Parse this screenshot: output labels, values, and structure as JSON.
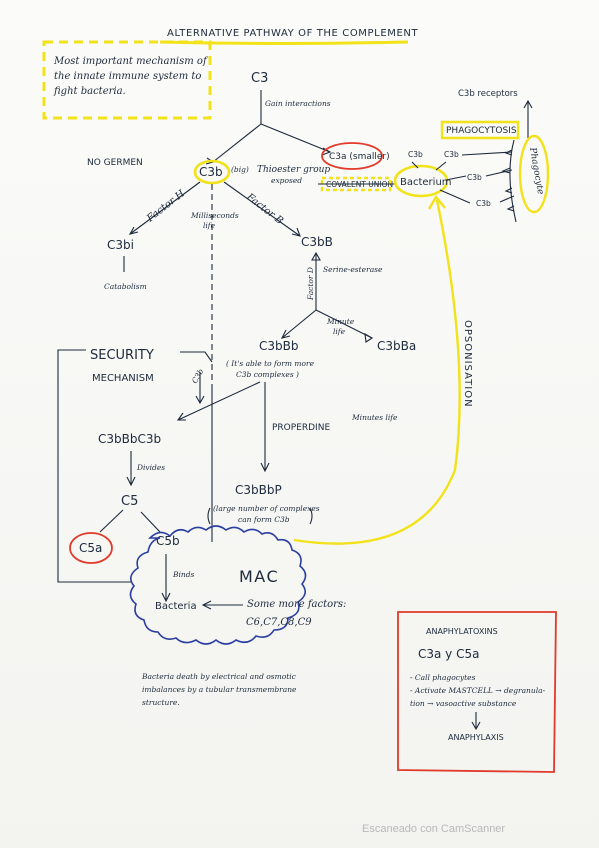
{
  "title": "ALTERNATIVE PATHWAY OF THE COMPLEMENT",
  "intro_box": [
    "Most important mechanism of",
    "the innate immune system to",
    "fight bacteria."
  ],
  "c3": "C3",
  "gain_interactions": "Gain interactions",
  "c3a_smaller": "C3a (smaller)",
  "c3b_big": "C3b",
  "big": "(big)",
  "thioester": [
    "Thioester group",
    "exposed"
  ],
  "no_germen": "NO GERMEN",
  "factor_h": "Factor H",
  "factor_b": "Factor B",
  "milliseconds_life": [
    "Milliseconds",
    "life"
  ],
  "c3bi": "C3bi",
  "catabolism": "Catabolism",
  "c3bb": "C3bB",
  "factor_d": "Factor D",
  "serine_esterase": "Serine-esterase",
  "minute_life": [
    "Minute",
    "life"
  ],
  "c3bbb": "C3bBb",
  "c3bba": "C3bBa",
  "c3bbb_note": [
    "( It's able to form more",
    "C3b complexes )"
  ],
  "security_mechanism": [
    "SECURITY",
    "MECHANISM"
  ],
  "c3b_side": "C3b",
  "properdine": "PROPERDINE",
  "minutes_life": "Minutes life",
  "c3bbbc3b": "C3bBbC3b",
  "divides": "Divides",
  "c5": "C5",
  "c5a": "C5a",
  "c5b": "C5b",
  "c3bbbp": "C3bBbP",
  "c3bbbp_note": [
    "(large number of complexes",
    "can form C3b"
  ],
  "mac": "MAC",
  "binds": "Binds",
  "bacteria": "Bacteria",
  "some_more_factors": [
    "Some more factors:",
    "C6,C7,C8,C9"
  ],
  "bacteria_death": [
    "Bacteria death by electrical and osmotic",
    "imbalances by a tubular transmembrane",
    "structure."
  ],
  "opsonisation": "OPSONISATION",
  "c3b_receptors": "C3b receptors",
  "phagocytosis": "PHAGOCYTOSIS",
  "phagocyte": "Phagocyte",
  "bacterium": "Bacterium",
  "covalent_union": "COVALENT UNION",
  "c3b_tag1": "C3b",
  "c3b_tag2": "C3b",
  "c3b_tag3": "C3b",
  "c3b_tag4": "C3b",
  "anaphylatoxins_title": "ANAPHYLATOXINS",
  "c3a_y_c5a": "C3a y C5a",
  "anaphy_lines": [
    "- Call phagocytes",
    "- Activate MASTCELL → degranula-",
    "tion → vasoactive substance"
  ],
  "anaphylaxis": "ANAPHYLAXIS",
  "watermark": "Escaneado con CamScanner"
}
